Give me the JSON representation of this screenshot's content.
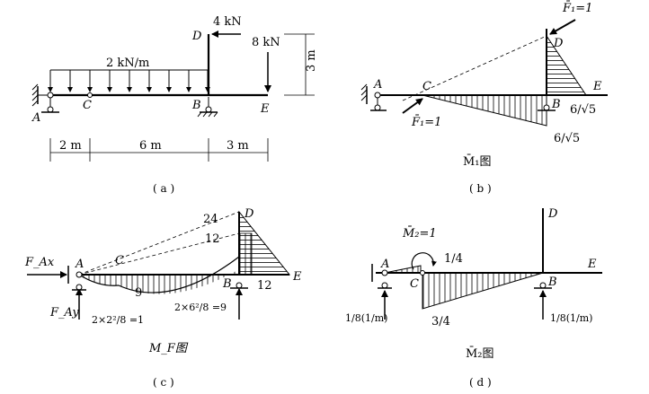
{
  "panel_a": {
    "caption": "( a )",
    "load_dist": "2 kN/m",
    "load_d": "4 kN",
    "load_e": "8 kN",
    "height": "3 m",
    "dim_1": "2 m",
    "dim_2": "6 m",
    "dim_3": "3 m",
    "pt_a": "A",
    "pt_b": "B",
    "pt_c": "C",
    "pt_d": "D",
    "pt_e": "E"
  },
  "panel_b": {
    "caption": "( b )",
    "title": "M̄₁图",
    "force_top": "F̄₁=1",
    "force_bottom": "F̄₁=1",
    "val_1": "6/√5",
    "val_2": "6/√5",
    "pt_a": "A",
    "pt_b": "B",
    "pt_c": "C",
    "pt_d": "D",
    "pt_e": "E"
  },
  "panel_c": {
    "caption": "( c )",
    "title": "M_F图",
    "reaction_x": "F_Ax",
    "reaction_y": "F_Ay",
    "val_24": "24",
    "val_12a": "12",
    "val_12b": "12",
    "val_9": "9",
    "formula_1": "2×2²/8 =1",
    "formula_2": "2×6²/8 =9",
    "pt_a": "A",
    "pt_b": "B",
    "pt_c": "C",
    "pt_d": "D",
    "pt_e": "E"
  },
  "panel_d": {
    "caption": "( d )",
    "title": "M̄₂图",
    "moment": "M̄₂=1",
    "val_quarter": "1/4",
    "val_three_quarter": "3/4",
    "react_a": "1/8(1/m)",
    "react_b": "1/8(1/m)",
    "pt_a": "A",
    "pt_b": "B",
    "pt_c": "C",
    "pt_d": "D",
    "pt_e": "E"
  }
}
